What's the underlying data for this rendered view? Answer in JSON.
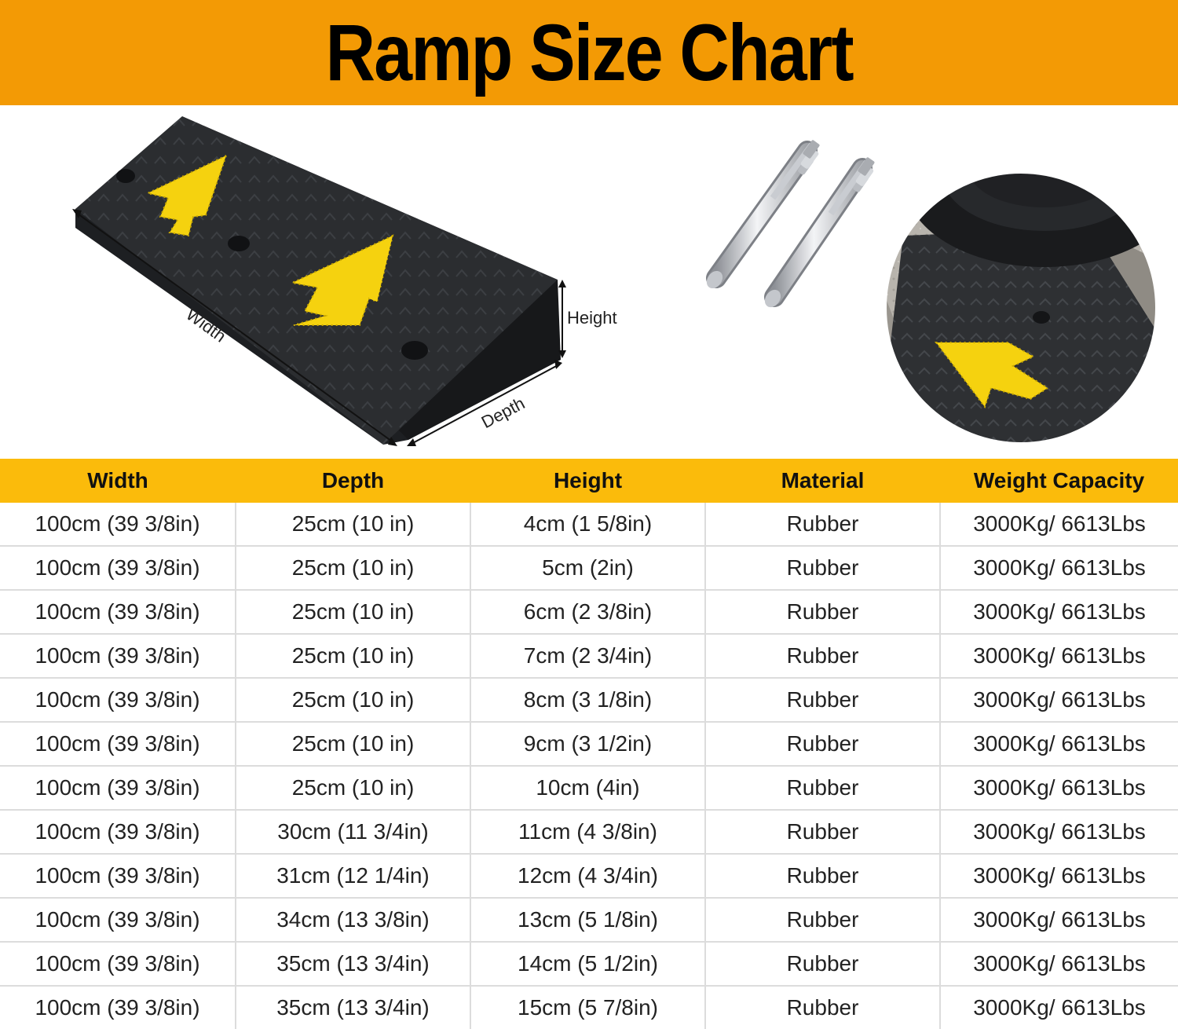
{
  "header": {
    "title": "Ramp Size Chart"
  },
  "diagram": {
    "width_label": "Width",
    "depth_label": "Depth",
    "height_label": "Height"
  },
  "colors": {
    "banner": "#f39a05",
    "table_header": "#fbbb0b",
    "ramp_body": "#2b2d30",
    "arrow": "#f5d20f",
    "grid_line": "#dcdcdc"
  },
  "chart_data": {
    "type": "table",
    "title": "Ramp Size Chart",
    "columns": [
      "Width",
      "Depth",
      "Height",
      "Material",
      "Weight Capacity"
    ],
    "rows": [
      [
        "100cm (39 3/8in)",
        "25cm (10 in)",
        "4cm (1 5/8in)",
        "Rubber",
        "3000Kg/ 6613Lbs"
      ],
      [
        "100cm (39 3/8in)",
        "25cm (10 in)",
        "5cm (2in)",
        "Rubber",
        "3000Kg/ 6613Lbs"
      ],
      [
        "100cm (39 3/8in)",
        "25cm (10 in)",
        "6cm (2 3/8in)",
        "Rubber",
        "3000Kg/ 6613Lbs"
      ],
      [
        "100cm (39 3/8in)",
        "25cm (10 in)",
        "7cm (2 3/4in)",
        "Rubber",
        "3000Kg/ 6613Lbs"
      ],
      [
        "100cm (39 3/8in)",
        "25cm (10 in)",
        "8cm (3 1/8in)",
        "Rubber",
        "3000Kg/ 6613Lbs"
      ],
      [
        "100cm (39 3/8in)",
        "25cm (10 in)",
        "9cm (3 1/2in)",
        "Rubber",
        "3000Kg/ 6613Lbs"
      ],
      [
        "100cm (39 3/8in)",
        "25cm (10 in)",
        "10cm (4in)",
        "Rubber",
        "3000Kg/ 6613Lbs"
      ],
      [
        "100cm (39 3/8in)",
        "30cm (11 3/4in)",
        "11cm (4 3/8in)",
        "Rubber",
        "3000Kg/ 6613Lbs"
      ],
      [
        "100cm (39 3/8in)",
        "31cm (12 1/4in)",
        "12cm (4 3/4in)",
        "Rubber",
        "3000Kg/ 6613Lbs"
      ],
      [
        "100cm (39 3/8in)",
        "34cm (13 3/8in)",
        "13cm (5 1/8in)",
        "Rubber",
        "3000Kg/ 6613Lbs"
      ],
      [
        "100cm (39 3/8in)",
        "35cm (13 3/4in)",
        "14cm (5 1/2in)",
        "Rubber",
        "3000Kg/ 6613Lbs"
      ],
      [
        "100cm (39 3/8in)",
        "35cm (13 3/4in)",
        "15cm (5 7/8in)",
        "Rubber",
        "3000Kg/ 6613Lbs"
      ]
    ]
  }
}
